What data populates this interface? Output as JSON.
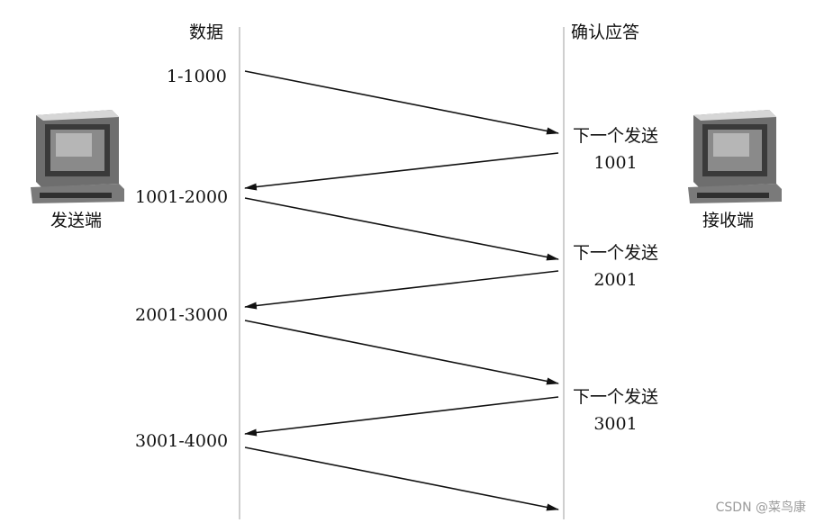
{
  "headers": {
    "data": "数据",
    "ack": "确认应答"
  },
  "nodes": {
    "sender": "发送端",
    "receiver": "接收端"
  },
  "segments": [
    "1-1000",
    "1001-2000",
    "2001-3000",
    "3001-4000"
  ],
  "acks": [
    {
      "line1": "下一个发送",
      "line2": "1001"
    },
    {
      "line1": "下一个发送",
      "line2": "2001"
    },
    {
      "line1": "下一个发送",
      "line2": "3001"
    }
  ],
  "watermark": "CSDN @菜鸟康"
}
